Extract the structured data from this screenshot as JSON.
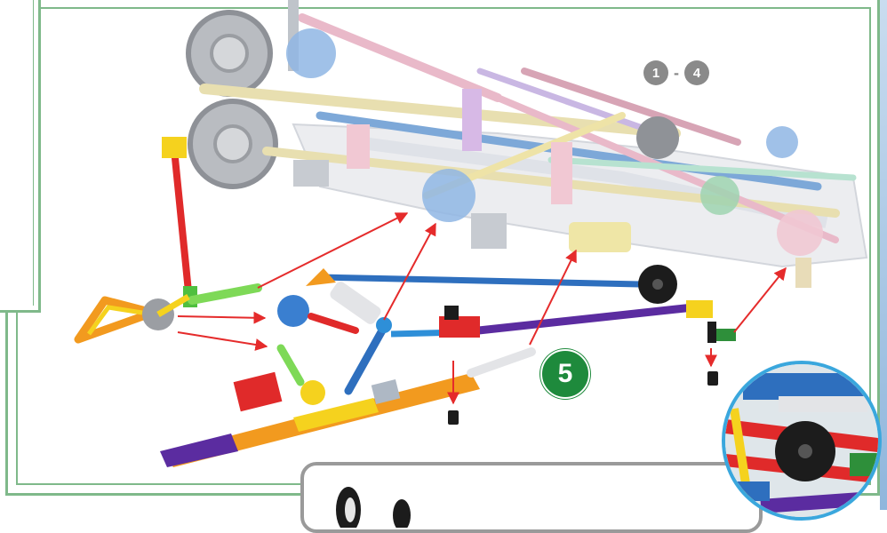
{
  "steps": {
    "range_from": "1",
    "range_separator": "-",
    "range_to": "4",
    "current": "5"
  },
  "colors": {
    "frame_green": "#7fb98a",
    "step_badge": "#1e8a3c",
    "range_badge": "#8a8a8a",
    "arrow_red": "#e52b2b",
    "zoom_border": "#3aa7dd"
  },
  "icons": [
    "rod-red",
    "rod-blue",
    "rod-purple",
    "rod-yellow",
    "connector-gray",
    "connector-yellow",
    "wheel-gray",
    "gear-black",
    "gear-blue",
    "rubber-tire"
  ]
}
